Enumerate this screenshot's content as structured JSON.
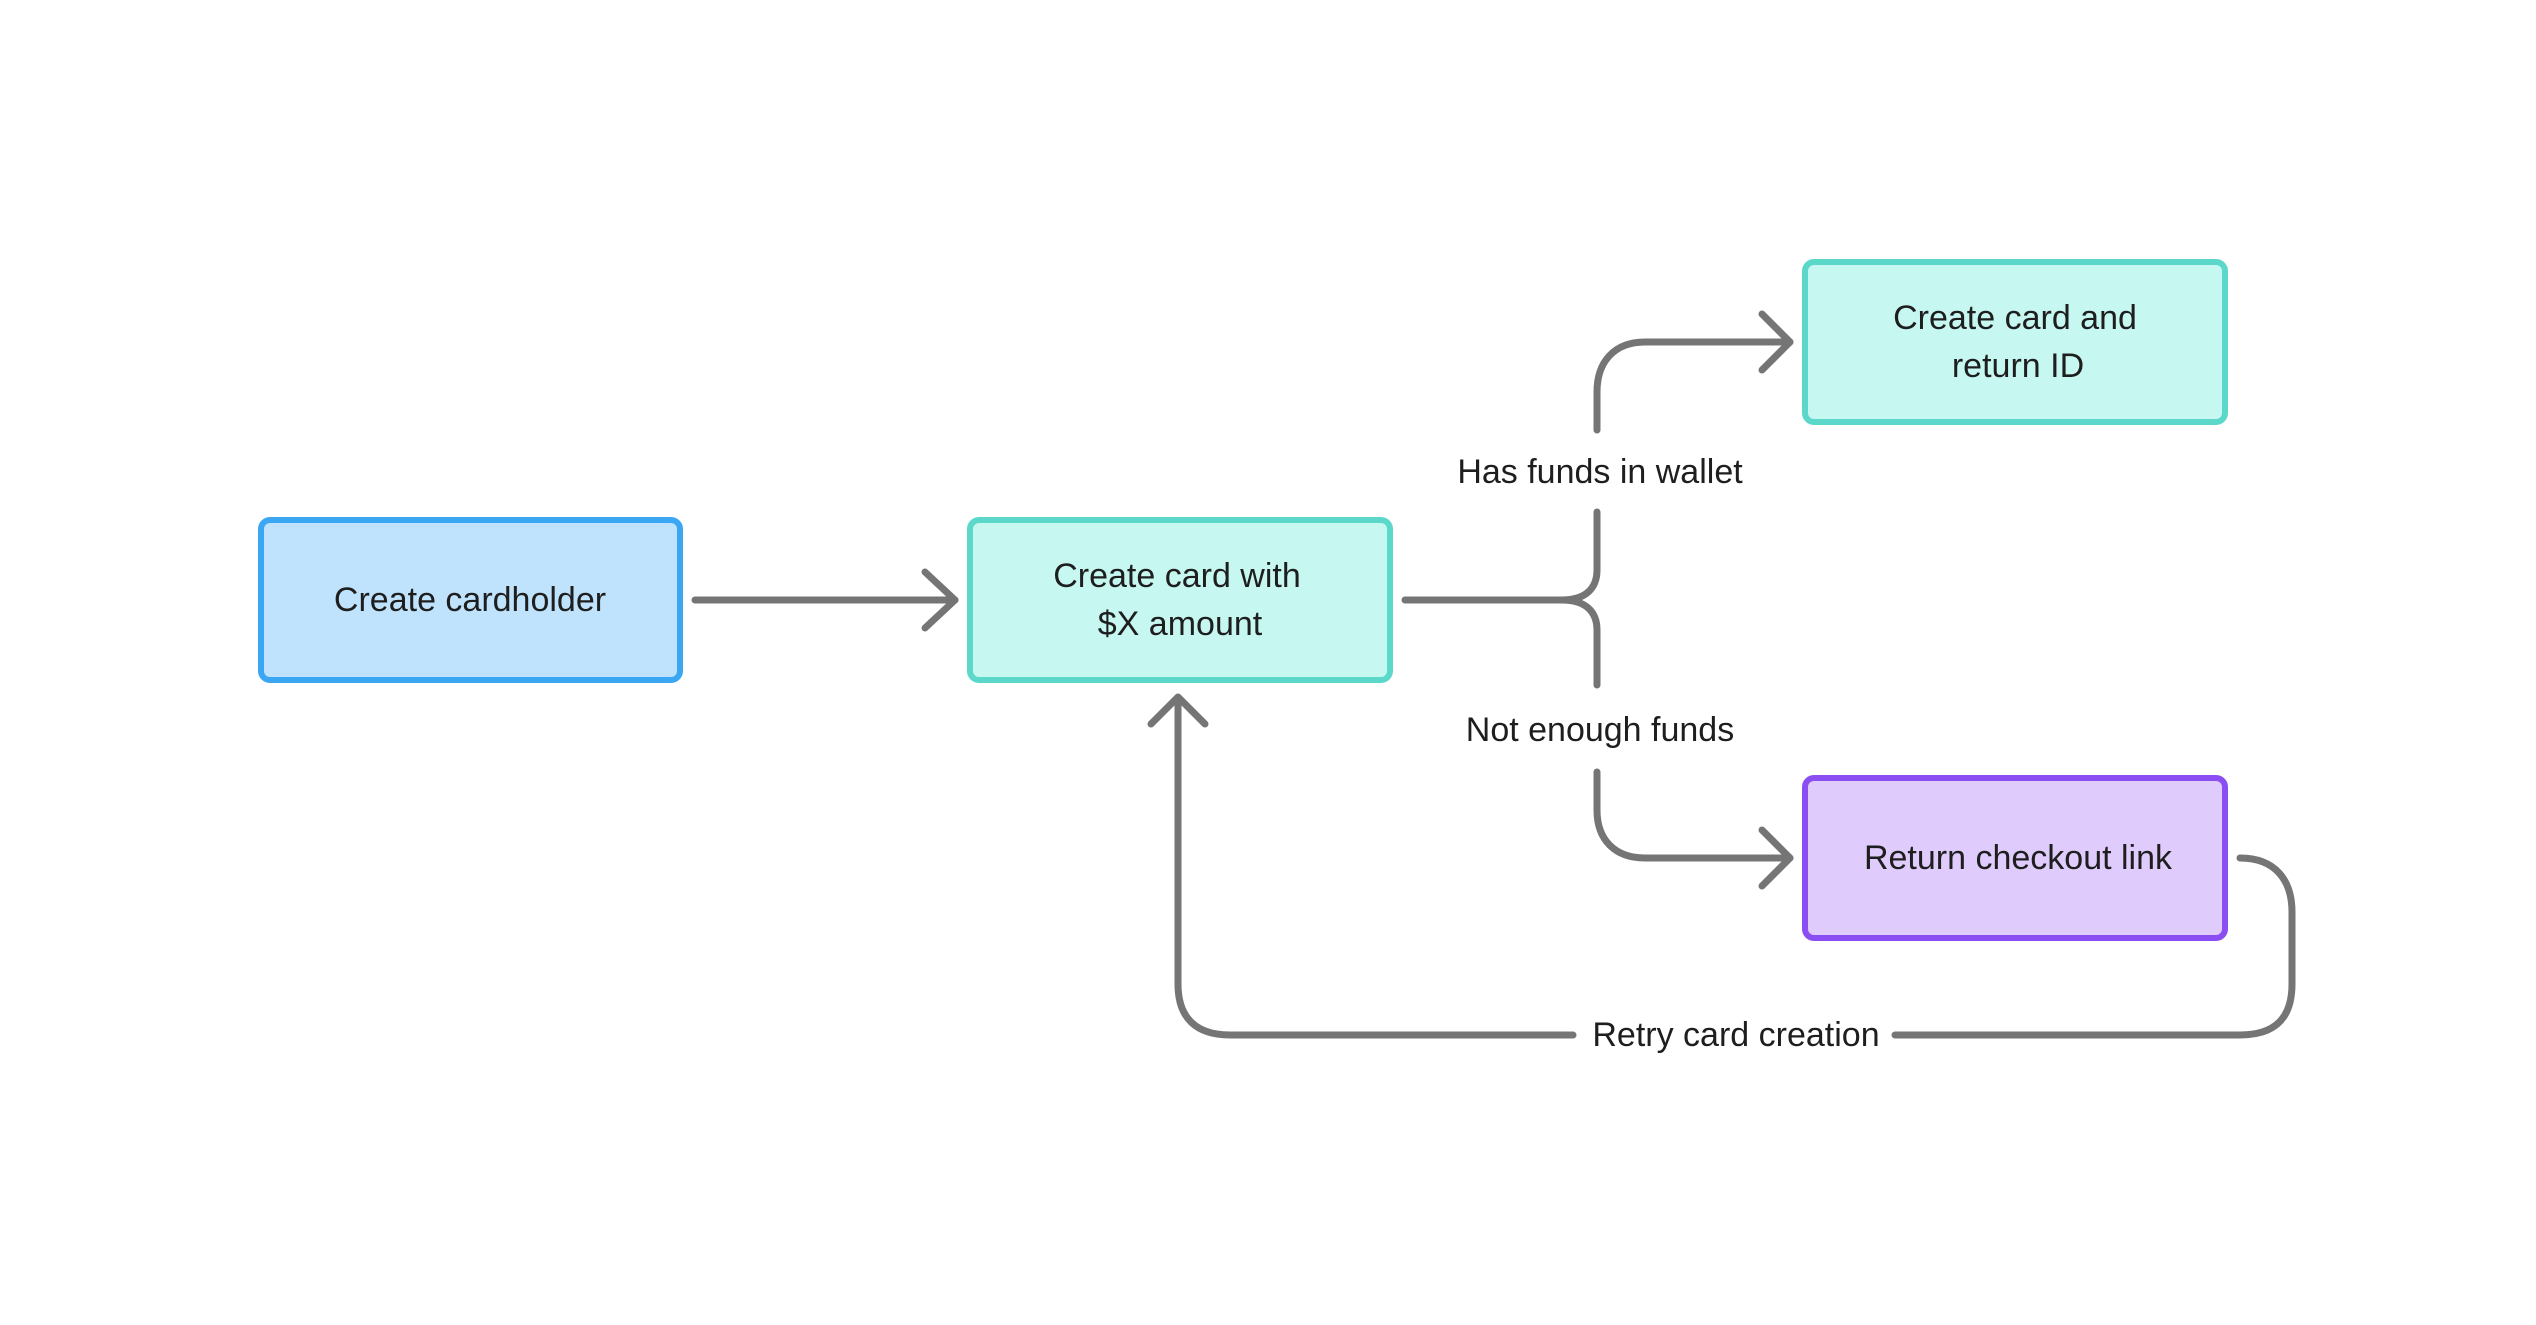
{
  "nodes": {
    "create_cardholder": {
      "label": "Create cardholder",
      "fill": "#bfe3fc",
      "stroke": "#3ba7f2"
    },
    "create_card": {
      "line1": "Create card with",
      "line2": "$X amount",
      "fill": "#c6f8f1",
      "stroke": "#5cd8cb"
    },
    "create_card_return_id": {
      "line1": "Create card and",
      "line2": "return ID",
      "fill": "#c6f8f1",
      "stroke": "#5cd8cb"
    },
    "return_checkout_link": {
      "label": "Return checkout link",
      "fill": "#dfccfc",
      "stroke": "#8a4ef2"
    }
  },
  "edges": {
    "has_funds": "Has funds in wallet",
    "not_enough_funds": "Not enough funds",
    "retry": "Retry card creation"
  },
  "colors": {
    "connector": "#757575",
    "text": "#1e1e1e",
    "background": "#ffffff"
  }
}
